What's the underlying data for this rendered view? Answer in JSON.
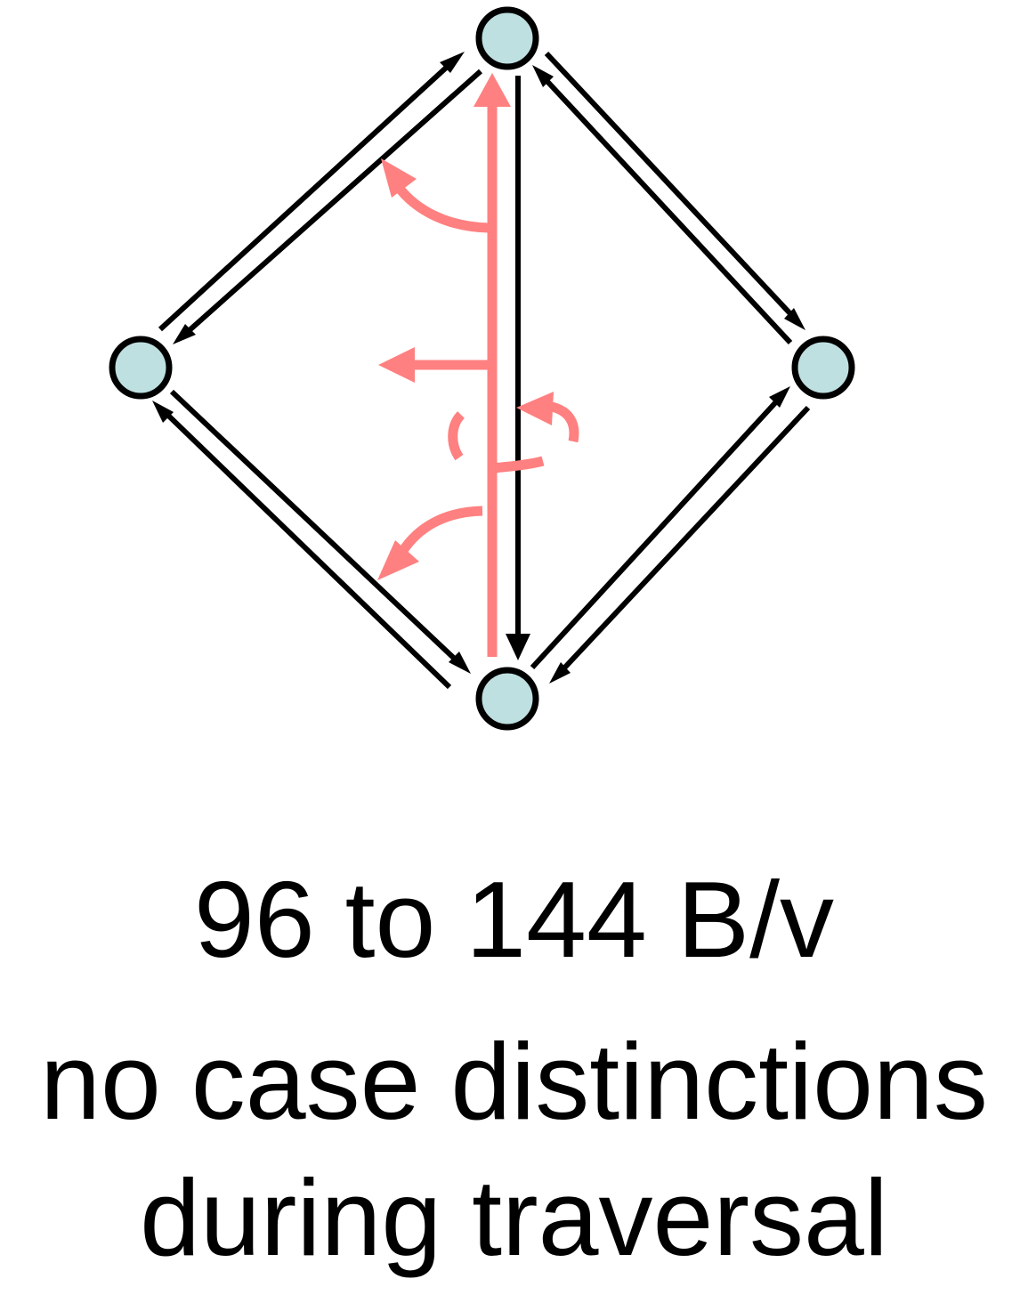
{
  "colors": {
    "node_fill": "#bfe0e0",
    "node_stroke": "#000000",
    "halfedge": "#000000",
    "highlight": "#ff8080"
  },
  "diagram": {
    "nodes": [
      "top",
      "left",
      "right",
      "bottom"
    ],
    "halfedge_pairs": [
      "top-left",
      "top-right",
      "left-bottom",
      "right-bottom",
      "top-bottom"
    ],
    "highlight": "pointer-arrows"
  },
  "caption": {
    "line1": "96 to 144 B/v",
    "line2": "no case distinctions",
    "line3": "during traversal"
  }
}
